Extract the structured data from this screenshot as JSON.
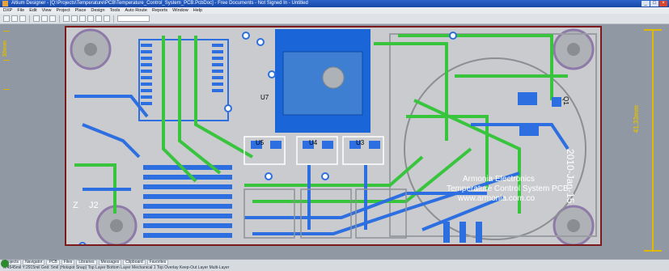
{
  "window": {
    "title": "Altium Designer - [Q:\\Projects\\Temperature\\PCB\\Temperature_Control_System_PCB.PcbDoc] - Free Documents - Not Signed In - Untitled",
    "controls": [
      "_",
      "□",
      "×"
    ]
  },
  "menu": [
    "DXP",
    "File",
    "Edit",
    "View",
    "Project",
    "Place",
    "Design",
    "Tools",
    "Auto Route",
    "Reports",
    "Window",
    "Help"
  ],
  "toolbar": {
    "zoom_value": ""
  },
  "pcb": {
    "board_label_line1": "Armonia Electronics",
    "board_label_line2": "Temperature Control System PCB",
    "board_label_line3": "www.armonia.com.co",
    "date_text": "2010-Jan-15",
    "designators": [
      "J2",
      "Z",
      "U7",
      "U5",
      "U4",
      "U3",
      "Q1"
    ],
    "colors": {
      "board": "#c9cbce",
      "outline": "#7a1a1a",
      "top_layer": "#2d6fe0",
      "bottom_layer": "#39c43e",
      "heatsink": "#1a66d9",
      "silk": "#ffffff"
    }
  },
  "left_ruler_label": "30mm",
  "right_dim_label": "41.33mm",
  "statusbar": {
    "tabs": [
      "Projects",
      "Navigator",
      "PCB",
      "Files",
      "Libraries",
      "Messages",
      "Clipboard",
      "Favorites"
    ],
    "line2": "X:4545mil Y:2915mil   Grid: 5mil   (Hotspot Snap)   Top Layer   Bottom Layer   Mechanical 1   Top Overlay   Keep-Out Layer   Multi-Layer"
  }
}
